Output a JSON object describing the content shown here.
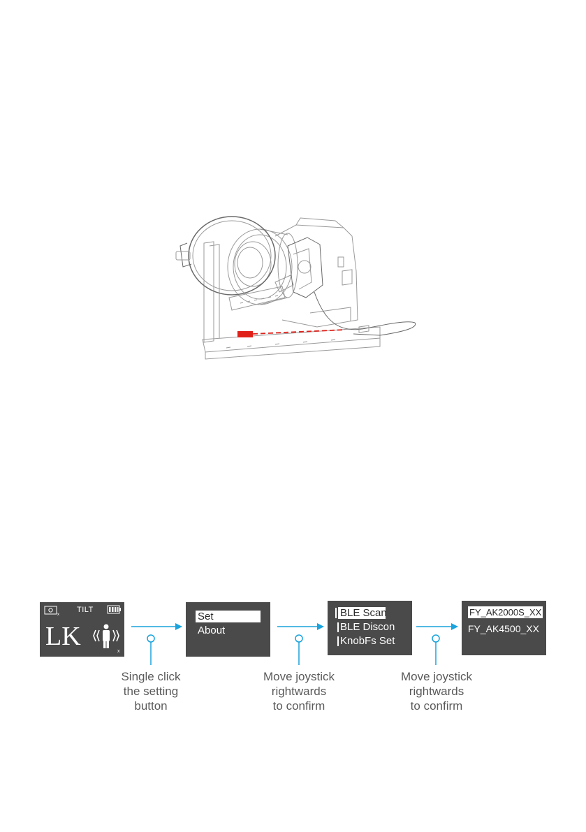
{
  "screens": {
    "home": {
      "tilt_label": "TILT",
      "mode_text": "LK",
      "icons": [
        "camera-x-icon",
        "battery-icon",
        "person-vibrate-icon"
      ]
    },
    "menu1": {
      "items": [
        "Set",
        "About"
      ],
      "selected": "Set"
    },
    "menu2": {
      "items": [
        "BLE Scan",
        "BLE Discon",
        "KnobFs Set"
      ],
      "selected": "BLE Scan"
    },
    "menu3": {
      "items": [
        "FY_AK2000S_XX",
        "FY_AK4500_XX"
      ],
      "selected": "FY_AK2000S_XX"
    }
  },
  "steps": [
    {
      "lines": [
        "Single click",
        "the setting",
        "button"
      ]
    },
    {
      "lines": [
        "Move joystick",
        "rightwards",
        "to confirm"
      ]
    },
    {
      "lines": [
        "Move joystick",
        "rightwards",
        "to confirm"
      ]
    }
  ],
  "colors": {
    "accent": "#1aa3dc",
    "screen_bg": "#4a4a4a",
    "highlight": "#e0211a"
  }
}
